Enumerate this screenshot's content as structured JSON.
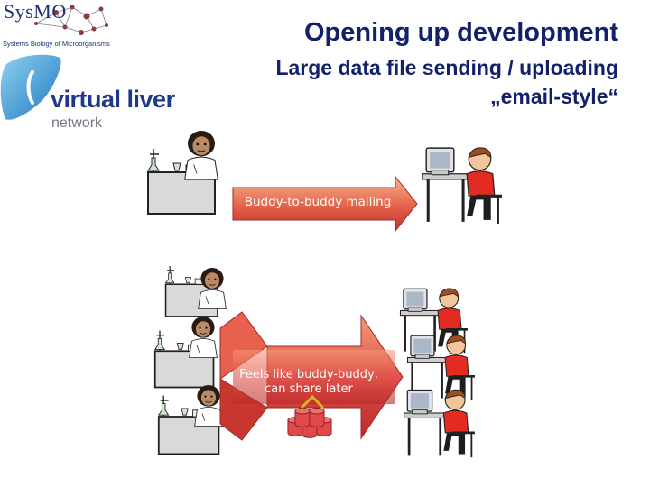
{
  "logos": {
    "sysmo": {
      "name": "SysMO",
      "tagline": "Systems Biology of Microorganisms"
    },
    "virtual_liver": {
      "name": "virtual liver",
      "sub": "network"
    }
  },
  "title": {
    "main": "Opening up development",
    "sub_line1": "Large data file sending / uploading",
    "sub_line2": "„email-style“"
  },
  "diagram": {
    "top_arrow_label": "Buddy-to-buddy mailing",
    "bottom_arrow_label_line1": "Feels like buddy-buddy,",
    "bottom_arrow_label_line2": "can share later"
  },
  "colors": {
    "title": "#13216b",
    "arrow_light": "#f7b389",
    "arrow_dark": "#c4302b",
    "shirt": "#e32b22",
    "database": "#e0484a"
  }
}
